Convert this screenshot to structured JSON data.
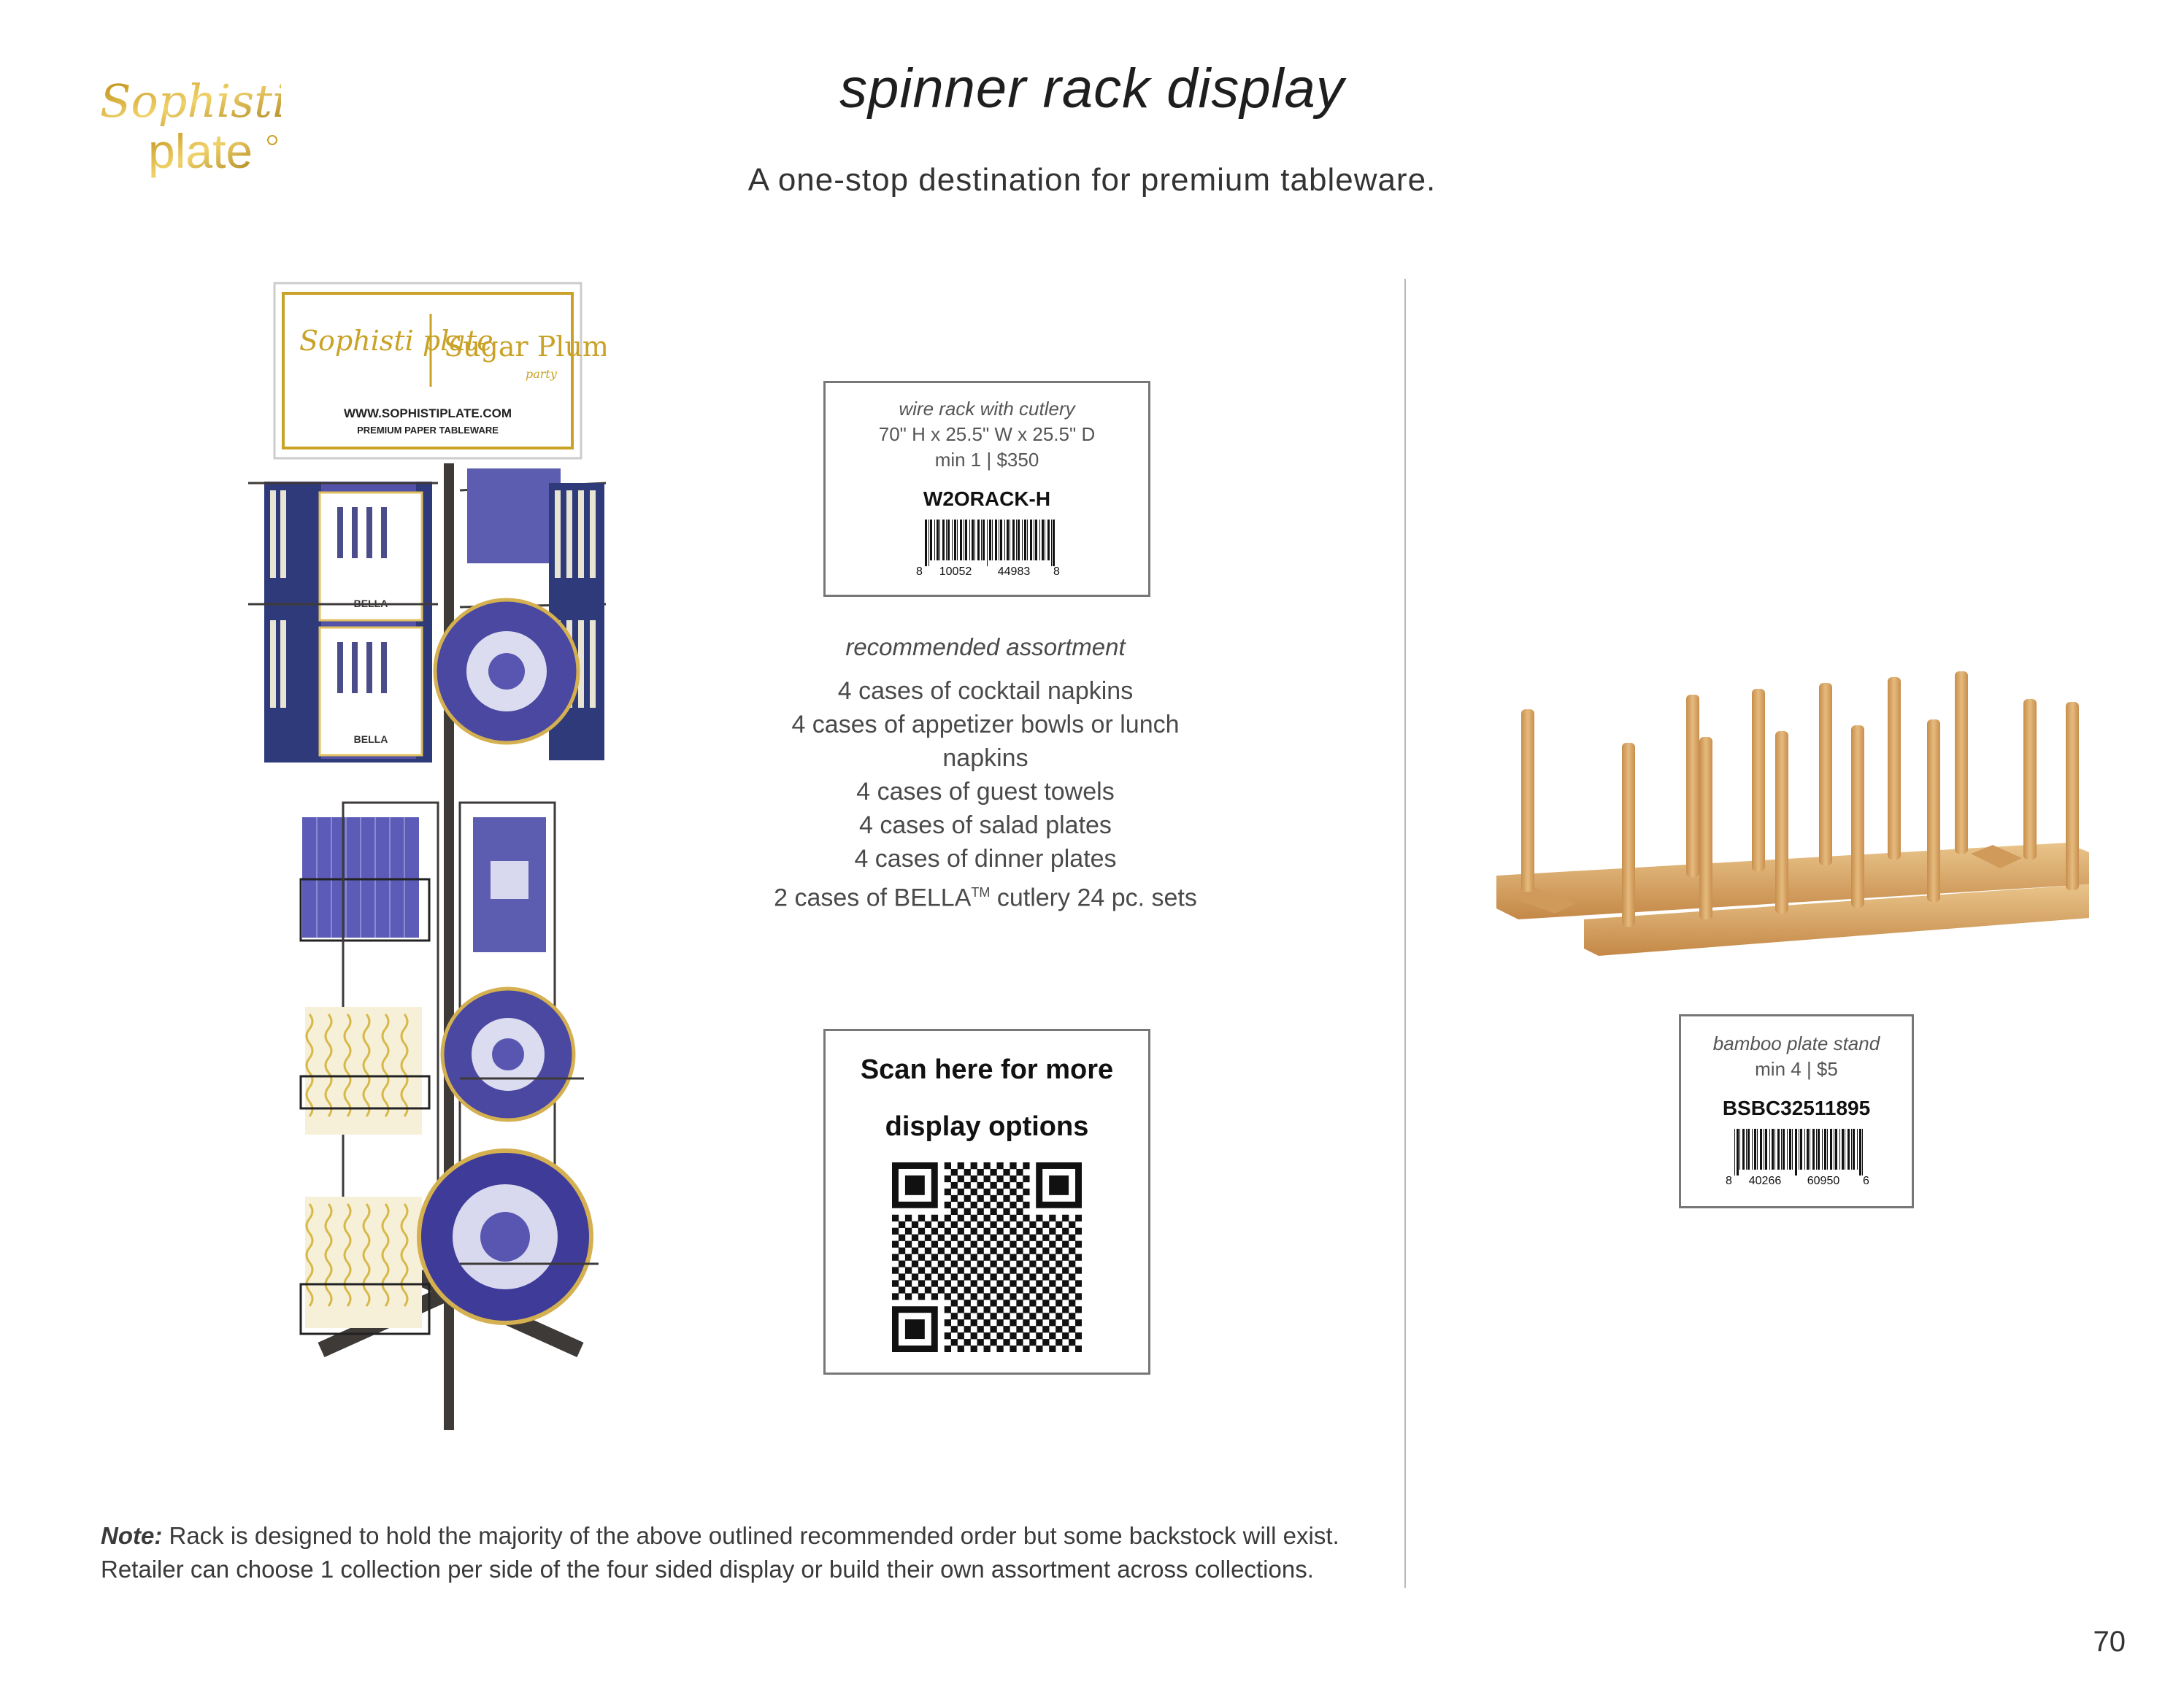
{
  "header": {
    "title": "spinner rack display",
    "subtitle": "A one-stop destination for premium tableware."
  },
  "logo": {
    "line1": "Sophisti",
    "line2": "plate"
  },
  "rack_sign": {
    "brand_left": "Sophisti plate",
    "brand_right": "Sugar Plum",
    "brand_right_small": "party",
    "url": "WWW.SOPHISTIPLATE.COM",
    "tagline": "PREMIUM PAPER TABLEWARE",
    "cutlery_label": "BELLA"
  },
  "wire_rack": {
    "name": "wire rack with cutlery",
    "dimensions": "70\" H x 25.5\" W x 25.5\" D",
    "min_price": "min 1 | $350",
    "sku": "W2ORACK-H",
    "barcode": [
      "8",
      "10052",
      "44983",
      "8"
    ]
  },
  "assortment": {
    "heading": "recommended assortment",
    "items": [
      "4 cases of cocktail napkins",
      "4 cases of appetizer bowls or lunch",
      "napkins",
      "4 cases of guest towels",
      "4 cases of salad plates",
      "4 cases of dinner plates"
    ],
    "last_item_prefix": "2 cases of BELLA",
    "last_item_tm": "TM",
    "last_item_suffix": " cutlery 24 pc. sets"
  },
  "qr_box": {
    "line1": "Scan here for more",
    "line2": "display options"
  },
  "note": {
    "label": "Note:",
    "text": " Rack is designed to hold the majority of the above outlined recommended order but some backstock will exist. Retailer can choose 1 collection per side of the four sided display or build their own assortment across collections."
  },
  "bamboo_stand": {
    "name": "bamboo plate stand",
    "min_price": "min 4 | $5",
    "sku": "BSBC32511895",
    "barcode": [
      "8",
      "40266",
      "60950",
      "6"
    ]
  },
  "page_number": "70",
  "colors": {
    "gold": "#c9a227",
    "navy": "#3b3a8c",
    "rack_metal": "#3d3a38",
    "bamboo": "#dcab6c"
  }
}
